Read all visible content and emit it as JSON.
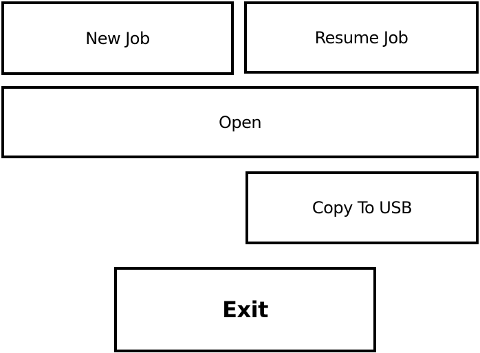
{
  "menu": {
    "new_job_label": "New Job",
    "resume_job_label": "Resume Job",
    "open_label": "Open",
    "copy_to_usb_label": "Copy To USB",
    "exit_label": "Exit"
  },
  "colors": {
    "background": "#ffffff",
    "border": "#000000",
    "text": "#000000"
  }
}
